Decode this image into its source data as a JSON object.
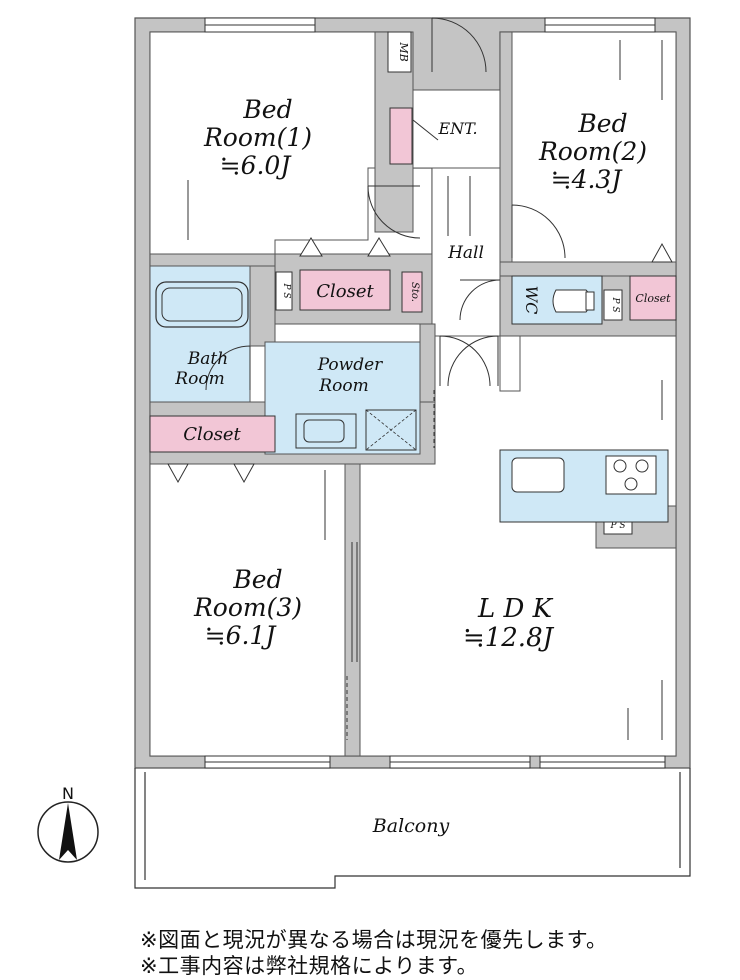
{
  "rooms": {
    "bed1": {
      "name_line1": "Bed",
      "name_line2": "Room(1)",
      "size": "≒6.0J"
    },
    "bed2": {
      "name_line1": "Bed",
      "name_line2": "Room(2)",
      "size": "≒4.3J"
    },
    "bed3": {
      "name_line1": "Bed",
      "name_line2": "Room(3)",
      "size": "≒6.1J"
    },
    "ldk": {
      "name": "L D K",
      "size": "≒12.8J"
    },
    "bath": {
      "name_line1": "Bath",
      "name_line2": "Room"
    },
    "powder": {
      "name_line1": "Powder",
      "name_line2": "Room"
    },
    "hall": {
      "name": "Hall"
    },
    "entrance": {
      "name": "ENT."
    },
    "wc": {
      "name": "WC"
    },
    "balcony": {
      "name": "Balcony"
    }
  },
  "storage": {
    "closet_bed1": "Closet",
    "closet_bath": "Closet",
    "closet_bed2": "Closet",
    "sto": "Sto.",
    "mb": "MB"
  },
  "ps_labels": {
    "ps1": "P S",
    "ps2": "P S",
    "ps3": "P S"
  },
  "compass": {
    "north": "N"
  },
  "notes": {
    "line1": "※図面と現況が異なる場合は現況を優先します。",
    "line2": "※工事内容は弊社規格によります。"
  },
  "colors": {
    "wall": "#c4c4c4",
    "wall_stroke": "#555555",
    "closet": "#f2c6d6",
    "water": "#cfe8f6",
    "line": "#333333"
  }
}
